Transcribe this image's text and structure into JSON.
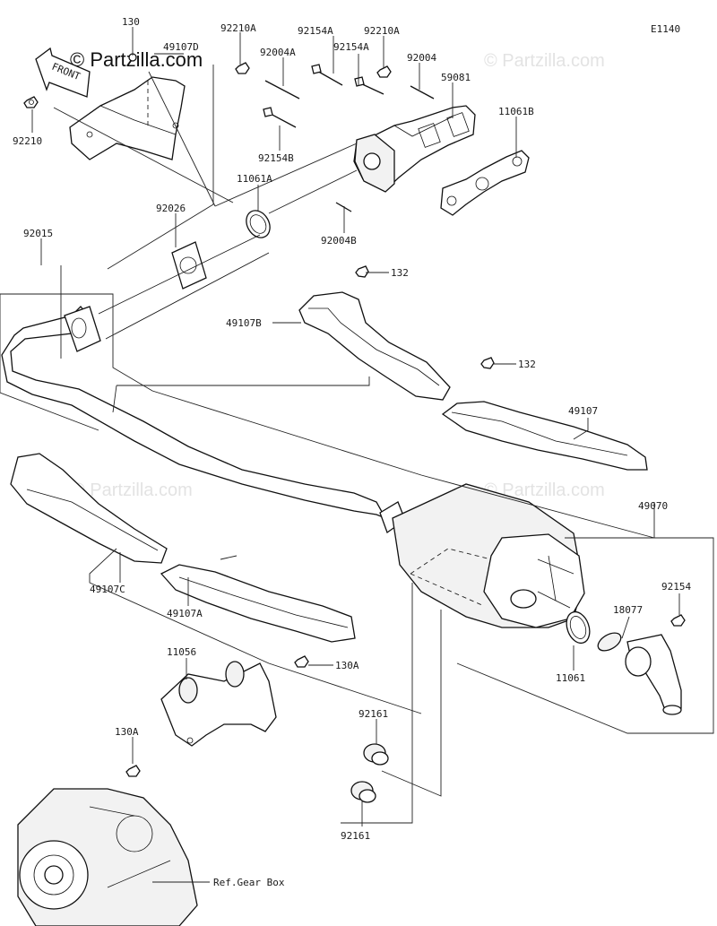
{
  "diagram": {
    "code": "E1140",
    "watermark": "© Partzilla.com",
    "watermark_faint": "© Partzilla.com",
    "front_label": "FRONT",
    "labels": {
      "l130": "130",
      "l49107D": "49107D",
      "l92210A_1": "92210A",
      "l92154A_1": "92154A",
      "l92210A_2": "92210A",
      "l92004A": "92004A",
      "l92154A_2": "92154A",
      "l92004": "92004",
      "l59081": "59081",
      "l11061B": "11061B",
      "l92210": "92210",
      "l92154B": "92154B",
      "l11061A": "11061A",
      "l92026": "92026",
      "l92004B": "92004B",
      "l92015": "92015",
      "l132_1": "132",
      "l49107B": "49107B",
      "l132_2": "132",
      "l49107": "49107",
      "l49070": "49070",
      "l49107C": "49107C",
      "l49107A": "49107A",
      "l92154": "92154",
      "l18077": "18077",
      "l11061": "11061",
      "l11056": "11056",
      "l130A_1": "130A",
      "l130A_2": "130A",
      "l92161_1": "92161",
      "l92161_2": "92161",
      "l_ref": "Ref.Gear Box"
    }
  }
}
